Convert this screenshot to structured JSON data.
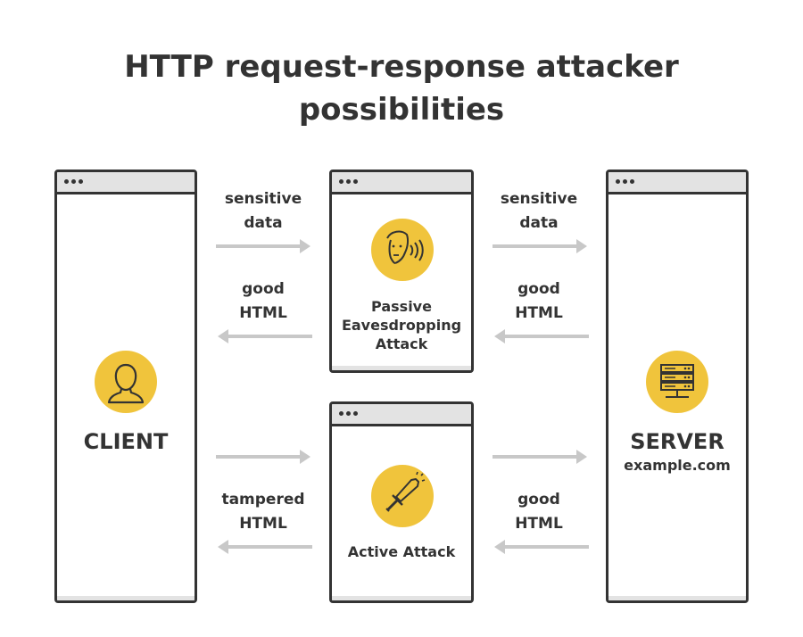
{
  "title": {
    "line1": "HTTP request-response attacker",
    "line2": "possibilities"
  },
  "client": {
    "label": "CLIENT",
    "icon": "person-icon"
  },
  "server": {
    "label": "SERVER",
    "domain": "example.com",
    "icon": "server-icon"
  },
  "passive": {
    "line1": "Passive",
    "line2": "Eavesdropping",
    "line3": "Attack",
    "icon": "eavesdrop-face-icon"
  },
  "active": {
    "label": "Active Attack",
    "icon": "sword-icon"
  },
  "flows": {
    "top_left_request": [
      "sensitive",
      "data"
    ],
    "top_right_request": [
      "sensitive",
      "data"
    ],
    "top_left_response": [
      "good",
      "HTML"
    ],
    "top_right_response": [
      "good",
      "HTML"
    ],
    "bottom_left_response": [
      "tampered",
      "HTML"
    ],
    "bottom_right_response": [
      "good",
      "HTML"
    ]
  },
  "colors": {
    "accent": "#f0c43c",
    "outline": "#333333",
    "arrow": "#c8c8c8",
    "bar": "#e3e3e3"
  }
}
